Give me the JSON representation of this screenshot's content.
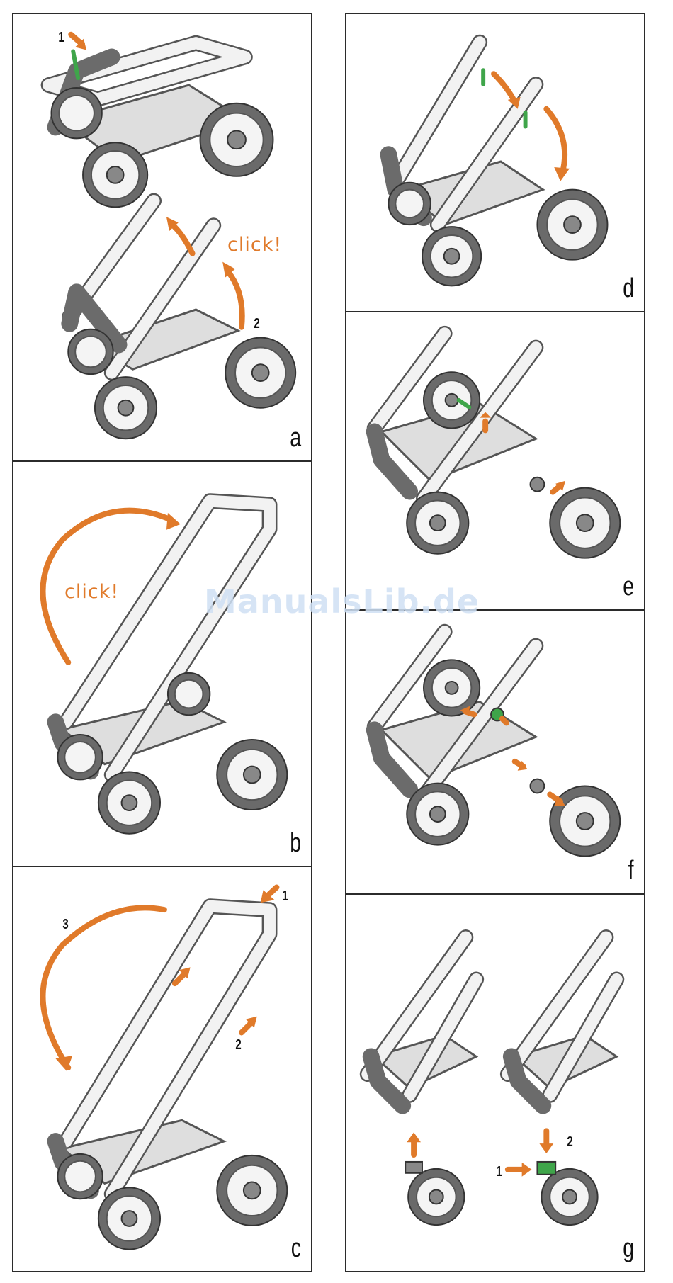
{
  "panels": {
    "a": {
      "letter": "a",
      "click_text": "click!",
      "step_1": "1",
      "step_2": "2"
    },
    "b": {
      "letter": "b",
      "click_text": "click!"
    },
    "c": {
      "letter": "c",
      "step_1": "1",
      "step_2": "2",
      "step_3": "3"
    },
    "d": {
      "letter": "d"
    },
    "e": {
      "letter": "e"
    },
    "f": {
      "letter": "f"
    },
    "g": {
      "letter": "g",
      "step_1": "1",
      "step_2": "2"
    }
  },
  "watermark": "ManualsLib.de",
  "colors": {
    "accent_arrow": "#e07a2a",
    "release_lever": "#3fa54a",
    "frame": "#555555"
  }
}
